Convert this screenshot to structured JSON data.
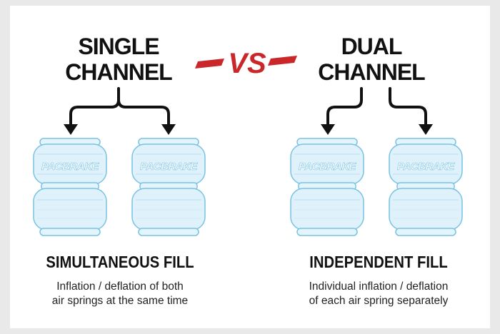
{
  "left": {
    "heading_line1": "SINGLE",
    "heading_line2": "CHANNEL",
    "fill_title": "SIMULTANEOUS FILL",
    "desc_line1": "Inflation / deflation of both",
    "desc_line2": "air springs at the same time"
  },
  "right": {
    "heading_line1": "DUAL",
    "heading_line2": "CHANNEL",
    "fill_title": "INDEPENDENT FILL",
    "desc_line1": "Individual inflation / deflation",
    "desc_line2": "of each air spring separately"
  },
  "vs_text": "VS",
  "brand_text": "PACBRAKE",
  "colors": {
    "accent_red": "#c9272a",
    "spring_fill": "#dff1fb",
    "spring_stroke": "#79c3e2",
    "text_dark": "#111111"
  }
}
